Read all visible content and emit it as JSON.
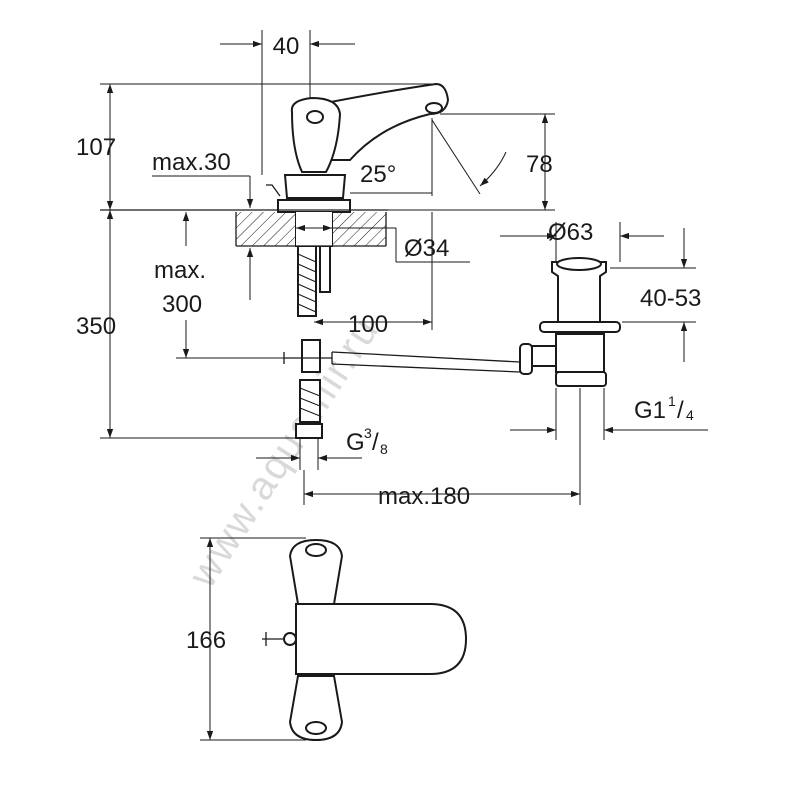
{
  "dimensions": {
    "spout_width": "40",
    "body_height": "107",
    "max_thickness": "max.30",
    "spout_angle": "25°",
    "spout_height": "78",
    "waste_diameter": "Ø63",
    "hole_diameter": "Ø34",
    "max_depth_label": "max.",
    "max_depth_value": "300",
    "total_height": "350",
    "spout_offset": "100",
    "waste_range": "40-53",
    "waste_thread_base": "G1",
    "waste_thread_num": "1",
    "waste_thread_den": "4",
    "connection_thread_base": "G",
    "connection_thread_num": "3",
    "connection_thread_den": "8",
    "max_reach": "max.180",
    "top_view_depth": "166"
  },
  "watermark": "www.aquamir.ru",
  "colors": {
    "line": "#1a1a1a",
    "watermark": "#d9d9d9"
  }
}
